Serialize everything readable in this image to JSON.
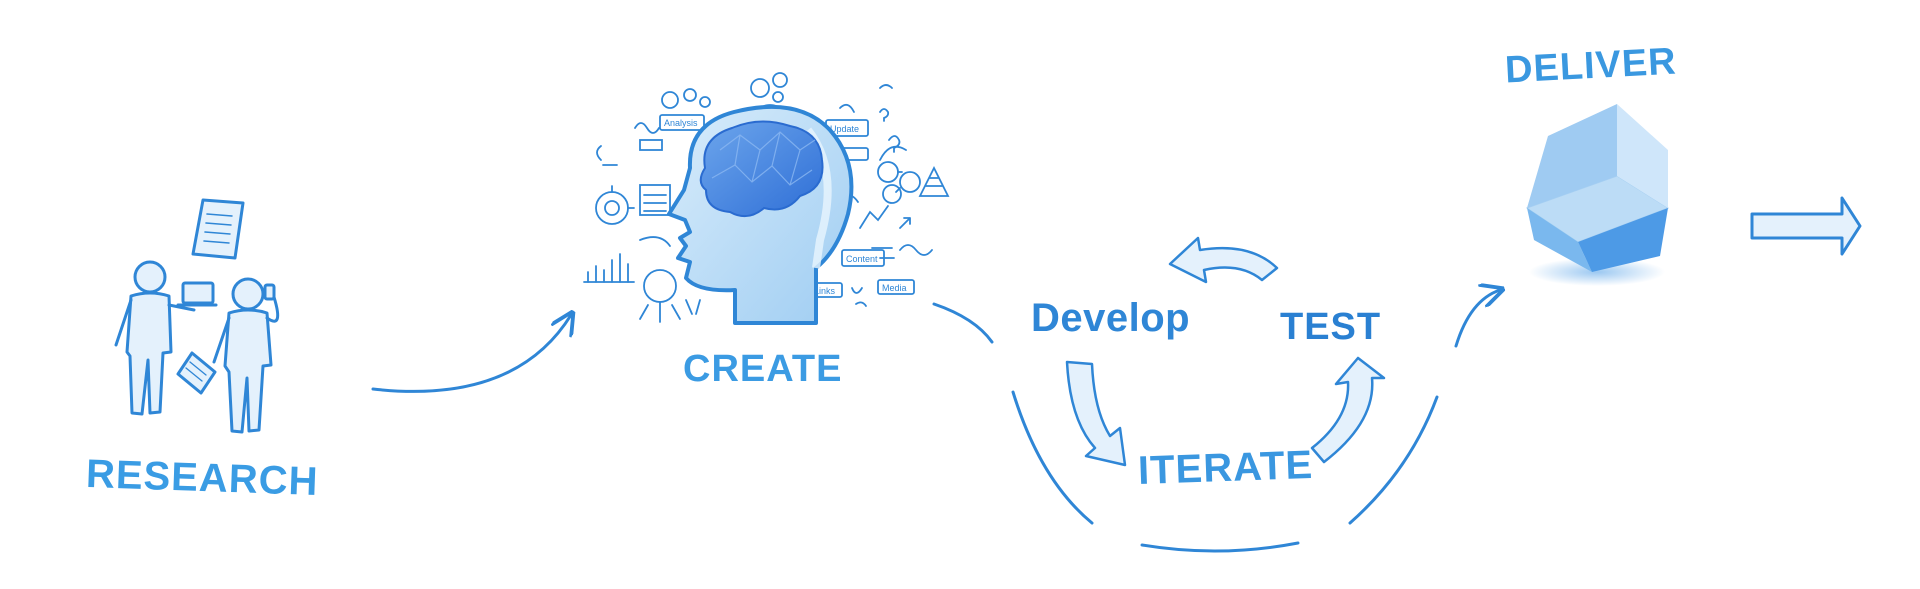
{
  "stages": {
    "research": "RESEARCH",
    "create": "CREATE",
    "develop": "Develop",
    "test": "TEST",
    "iterate": "ITERATE",
    "deliver": "DELIVER"
  },
  "doodles": {
    "analysis": "Analysis",
    "update": "Update",
    "content": "Content",
    "links": "Links",
    "media": "Media"
  },
  "colors": {
    "primary": "#2f86d6",
    "light_fill": "#e4f1fc",
    "mid_fill": "#bfdcf5",
    "brain": "#3f7fdc",
    "cube_top": "#bcdcf6",
    "cube_left": "#7ab8ee",
    "cube_right": "#4d9ae6"
  }
}
